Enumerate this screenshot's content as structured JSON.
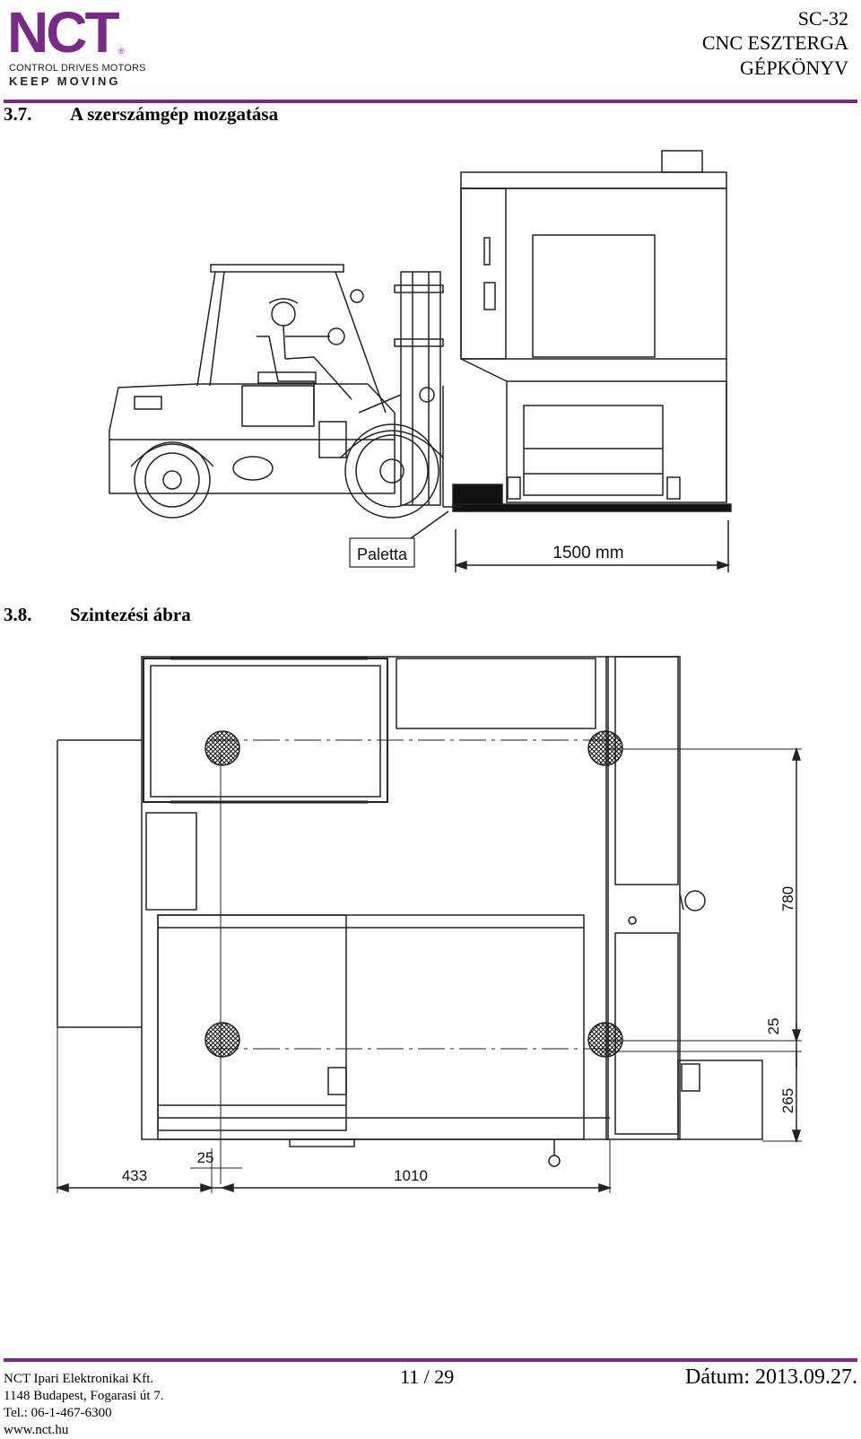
{
  "header": {
    "logo_text": "NCT",
    "logo_reg": "®",
    "logo_tagline": "CONTROL  DRIVES  MOTORS",
    "logo_slogan": "KEEP MOVING",
    "doc_code": "SC-32",
    "doc_title": "CNC ESZTERGA",
    "doc_type": "GÉPKÖNYV",
    "accent_color": "#7a2a86"
  },
  "sections": [
    {
      "number": "3.7.",
      "title": "A szerszámgép mozgatása"
    },
    {
      "number": "3.8.",
      "title": "Szintezési ábra"
    }
  ],
  "figure1": {
    "pallet_label": "Paletta",
    "length_label": "1500 mm"
  },
  "figure2": {
    "dims": {
      "d780": "780",
      "d25_right": "25",
      "d265": "265",
      "d25_bottom": "25",
      "d433": "433",
      "d1010": "1010"
    }
  },
  "footer": {
    "company": "NCT Ipari Elektronikai Kft.",
    "address": "1148 Budapest, Fogarasi út 7.",
    "phone": "Tel.: 06-1-467-6300",
    "web": "www.nct.hu",
    "page": "11 / 29",
    "date": "Dátum: 2013.09.27."
  }
}
